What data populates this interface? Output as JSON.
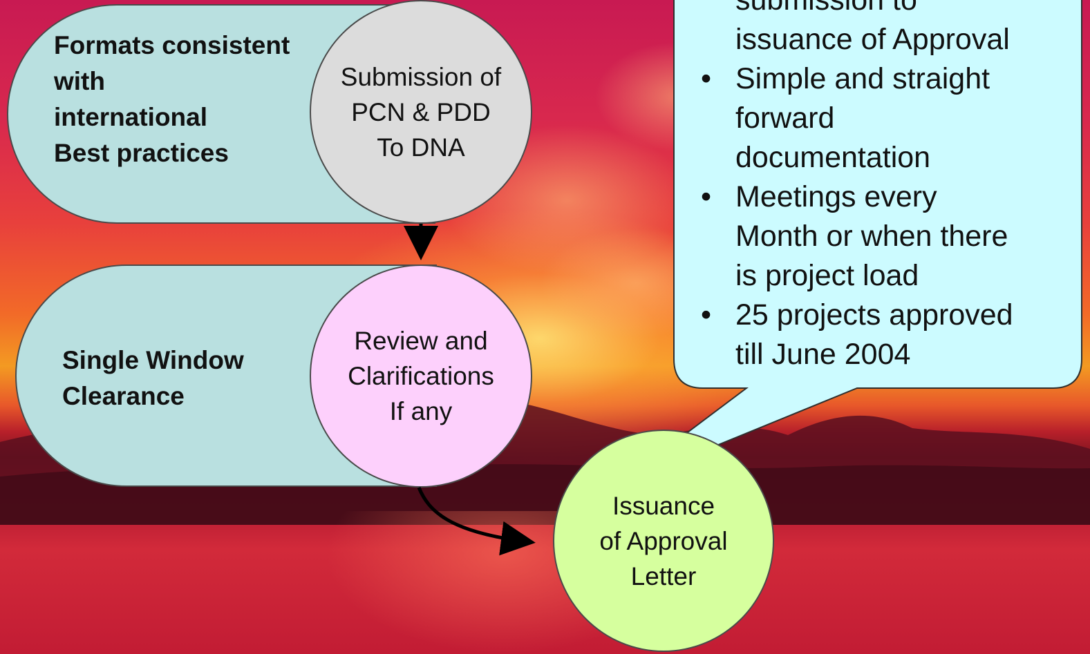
{
  "pills": [
    {
      "lines": [
        "Formats consistent",
        "with",
        "international",
        "Best practices"
      ]
    },
    {
      "lines": [
        "Single Window",
        "Clearance"
      ]
    }
  ],
  "circles": [
    {
      "lines": [
        "Submission of",
        "PCN & PDD",
        "To DNA"
      ],
      "color": "#dcdcdc"
    },
    {
      "lines": [
        "Review and",
        "Clarifications",
        "If any"
      ],
      "color": "#fdd0fc"
    },
    {
      "lines": [
        "Issuance",
        "of Approval",
        "Letter"
      ],
      "color": "#d6ff9e"
    }
  ],
  "callout": {
    "color": "#ccfbff",
    "items": [
      {
        "lines": [
          "submission to",
          "issuance of Approval"
        ],
        "bullet": ""
      },
      {
        "lines": [
          "Simple and straight",
          "forward",
          "documentation"
        ],
        "bullet": "•"
      },
      {
        "lines": [
          "Meetings every",
          "Month or when there",
          "is project load"
        ],
        "bullet": "•"
      },
      {
        "lines": [
          "25 projects approved",
          "till June 2004"
        ],
        "bullet": "•"
      }
    ]
  },
  "colors": {
    "pill": "#b9e0e0",
    "sky_top": "#c81a52",
    "sunset": "#f39a22"
  }
}
